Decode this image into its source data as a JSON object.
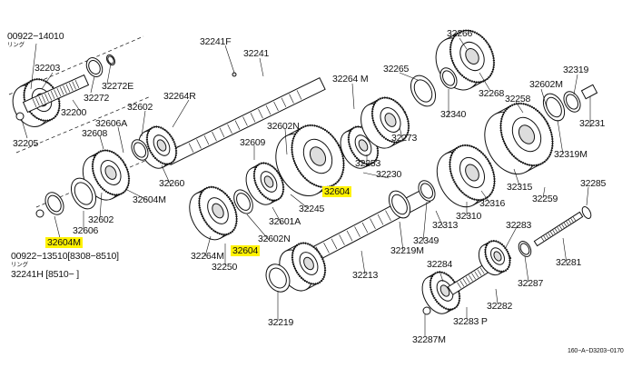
{
  "labels": [
    {
      "text": "00922−14010",
      "hl": false
    },
    {
      "text": "リング",
      "hl": false
    },
    {
      "text": "32203",
      "hl": false
    },
    {
      "text": "32272E",
      "hl": false
    },
    {
      "text": "32272",
      "hl": false
    },
    {
      "text": "32200",
      "hl": false
    },
    {
      "text": "32205",
      "hl": false
    },
    {
      "text": "32241F",
      "hl": false
    },
    {
      "text": "32241",
      "hl": false
    },
    {
      "text": "32264R",
      "hl": false
    },
    {
      "text": "32602",
      "hl": false
    },
    {
      "text": "32606A",
      "hl": false
    },
    {
      "text": "32608",
      "hl": false
    },
    {
      "text": "32260",
      "hl": false
    },
    {
      "text": "32604M",
      "hl": false
    },
    {
      "text": "32604M",
      "hl": true
    },
    {
      "text": "32606",
      "hl": false
    },
    {
      "text": "32602",
      "hl": false
    },
    {
      "text": "00922−13510[8308−8510]",
      "hl": false
    },
    {
      "text": "リング",
      "hl": false
    },
    {
      "text": "32241H [8510−       ]",
      "hl": false
    },
    {
      "text": "32609",
      "hl": false
    },
    {
      "text": "32602N",
      "hl": false
    },
    {
      "text": "32264 M",
      "hl": false
    },
    {
      "text": "32265",
      "hl": false
    },
    {
      "text": "32266",
      "hl": false
    },
    {
      "text": "32268",
      "hl": false
    },
    {
      "text": "32340",
      "hl": false
    },
    {
      "text": "32273",
      "hl": false
    },
    {
      "text": "32253",
      "hl": false
    },
    {
      "text": "32230",
      "hl": false
    },
    {
      "text": "32604",
      "hl": true
    },
    {
      "text": "32245",
      "hl": false
    },
    {
      "text": "32601A",
      "hl": false
    },
    {
      "text": "32602N",
      "hl": false
    },
    {
      "text": "32264M",
      "hl": false
    },
    {
      "text": "32604",
      "hl": true
    },
    {
      "text": "32250",
      "hl": false
    },
    {
      "text": "32313",
      "hl": false
    },
    {
      "text": "32349",
      "hl": false
    },
    {
      "text": "32219M",
      "hl": false
    },
    {
      "text": "32213",
      "hl": false
    },
    {
      "text": "32219",
      "hl": false
    },
    {
      "text": "32284",
      "hl": false
    },
    {
      "text": "32282",
      "hl": false
    },
    {
      "text": "32283 P",
      "hl": false
    },
    {
      "text": "32287M",
      "hl": false
    },
    {
      "text": "32287",
      "hl": false
    },
    {
      "text": "32281",
      "hl": false
    },
    {
      "text": "32283",
      "hl": false
    },
    {
      "text": "32285",
      "hl": false
    },
    {
      "text": "32259",
      "hl": false
    },
    {
      "text": "32315",
      "hl": false
    },
    {
      "text": "32316",
      "hl": false
    },
    {
      "text": "32310",
      "hl": false
    },
    {
      "text": "32319M",
      "hl": false
    },
    {
      "text": "32231",
      "hl": false
    },
    {
      "text": "32319",
      "hl": false
    },
    {
      "text": "32602M",
      "hl": false
    },
    {
      "text": "32258",
      "hl": false
    },
    {
      "text": "160−A−D3203−0170",
      "hl": false
    }
  ]
}
